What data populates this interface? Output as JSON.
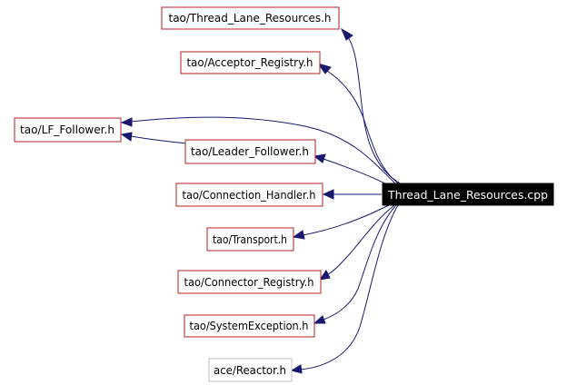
{
  "colors": {
    "edge": "#191970",
    "node_border": "#b52020",
    "external_border": "#bfbfbf",
    "root_fill": "#000000",
    "root_text": "#ffffff"
  },
  "nodes": {
    "root": "Thread_Lane_Resources.cpp",
    "thread_lane_resources_h": "tao/Thread_Lane_Resources.h",
    "acceptor_registry_h": "tao/Acceptor_Registry.h",
    "lf_follower_h": "tao/LF_Follower.h",
    "leader_follower_h": "tao/Leader_Follower.h",
    "connection_handler_h": "tao/Connection_Handler.h",
    "transport_h": "tao/Transport.h",
    "connector_registry_h": "tao/Connector_Registry.h",
    "system_exception_h": "tao/SystemException.h",
    "reactor_h": "ace/Reactor.h"
  },
  "edges": [
    {
      "from": "root",
      "to": "thread_lane_resources_h"
    },
    {
      "from": "root",
      "to": "acceptor_registry_h"
    },
    {
      "from": "root",
      "to": "lf_follower_h"
    },
    {
      "from": "root",
      "to": "leader_follower_h"
    },
    {
      "from": "leader_follower_h",
      "to": "lf_follower_h"
    },
    {
      "from": "root",
      "to": "connection_handler_h"
    },
    {
      "from": "root",
      "to": "transport_h"
    },
    {
      "from": "root",
      "to": "connector_registry_h"
    },
    {
      "from": "root",
      "to": "system_exception_h"
    },
    {
      "from": "root",
      "to": "reactor_h"
    }
  ]
}
